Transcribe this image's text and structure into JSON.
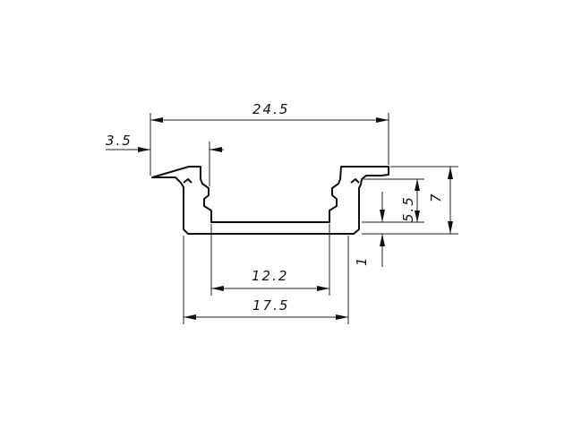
{
  "dimensions": {
    "overall_width": "24.5",
    "lip_width": "3.5",
    "inner_width": "12.2",
    "outer_base_width": "17.5",
    "total_height": "7",
    "channel_height": "5.5",
    "base_thickness": "1"
  },
  "colors": {
    "line": "#111111",
    "background": "#ffffff"
  }
}
